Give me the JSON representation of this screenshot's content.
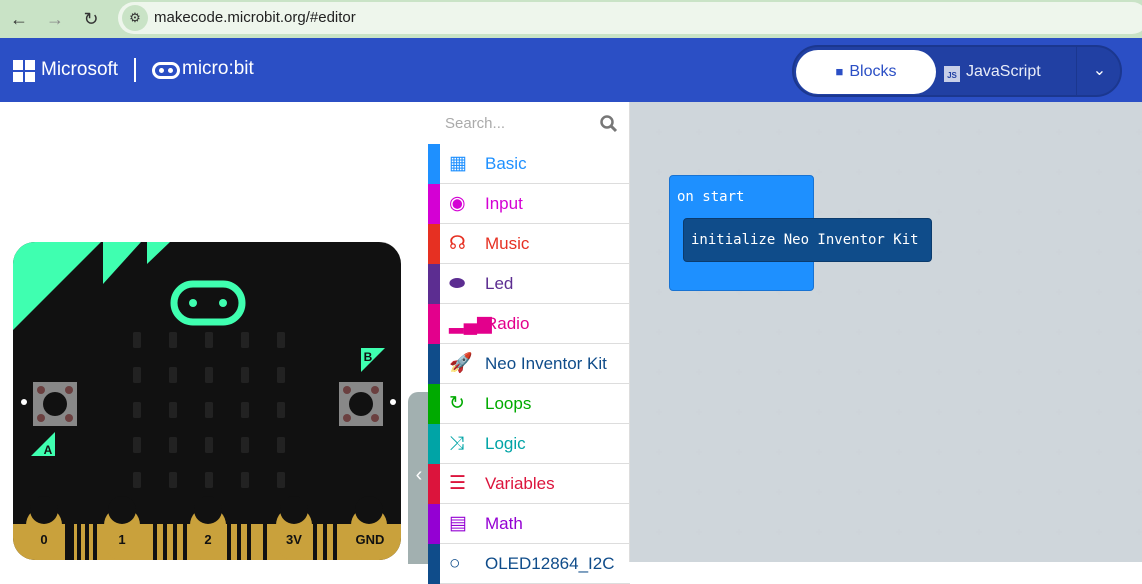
{
  "browser": {
    "url": "makecode.microbit.org/#editor",
    "back": "←",
    "forward": "→",
    "reload": "↻"
  },
  "header": {
    "brand": "Microsoft",
    "product": "micro:bit",
    "tabs": [
      {
        "label": "Blocks",
        "active": true
      },
      {
        "label": "JavaScript",
        "active": false
      }
    ],
    "js_badge": "JS"
  },
  "simulator": {
    "pins": [
      "0",
      "1",
      "2",
      "3V",
      "GND"
    ],
    "button_a": "A",
    "button_b": "B"
  },
  "toolbox": {
    "search_placeholder": "Search...",
    "categories": [
      {
        "label": "Basic",
        "color": "#1e90ff",
        "icon": "grid-icon"
      },
      {
        "label": "Input",
        "color": "#d400d4",
        "icon": "input-circle-icon"
      },
      {
        "label": "Music",
        "color": "#e63022",
        "icon": "headphones-icon"
      },
      {
        "label": "Led",
        "color": "#5c2d91",
        "icon": "toggle-icon"
      },
      {
        "label": "Radio",
        "color": "#e3008c",
        "icon": "signal-bars-icon"
      },
      {
        "label": "Neo Inventor Kit",
        "color": "#0f4c8a",
        "icon": "rocket-icon"
      },
      {
        "label": "Loops",
        "color": "#00aa00",
        "icon": "refresh-icon"
      },
      {
        "label": "Logic",
        "color": "#00a4a6",
        "icon": "shuffle-icon"
      },
      {
        "label": "Variables",
        "color": "#dc143c",
        "icon": "list-icon"
      },
      {
        "label": "Math",
        "color": "#9400d3",
        "icon": "calculator-icon"
      },
      {
        "label": "OLED12864_I2C",
        "color": "#0f4c8a",
        "icon": "circle-icon"
      }
    ]
  },
  "workspace": {
    "event_block": "on start",
    "statement_block": "initialize Neo Inventor Kit"
  }
}
